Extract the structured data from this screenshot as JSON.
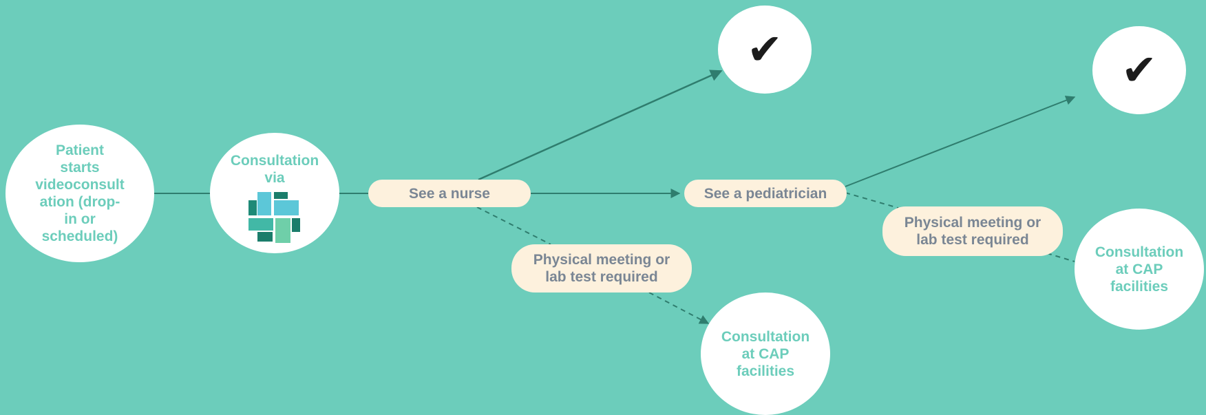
{
  "colors": {
    "background": "#6ccdbb",
    "node_fill": "#ffffff",
    "node_text": "#6ccdbb",
    "pill_fill": "#fdf1dd",
    "pill_text": "#7a8694",
    "arrow": "#2f7d6e",
    "logo": [
      "#1b7d6b",
      "#5cc7d8",
      "#42b8a6",
      "#1e8a77"
    ]
  },
  "nodes": {
    "patient": "Patient\nstarts\nvideoconsult\nation (drop-\nin or\nscheduled)",
    "consultation_via": "Consultation\nvia",
    "cap_facility_1": "Consultation\nat CAP\nfacilities",
    "cap_facility_2": "Consultation\nat CAP\nfacilities"
  },
  "steps": {
    "nurse": "See a nurse",
    "pediatrician": "See a pediatrician",
    "physical_1": "Physical meeting or\nlab test required",
    "physical_2": "Physical meeting or\nlab test required"
  },
  "outcomes": {
    "resolved_icon": "checkmark-icon",
    "check_glyph": "✔"
  }
}
